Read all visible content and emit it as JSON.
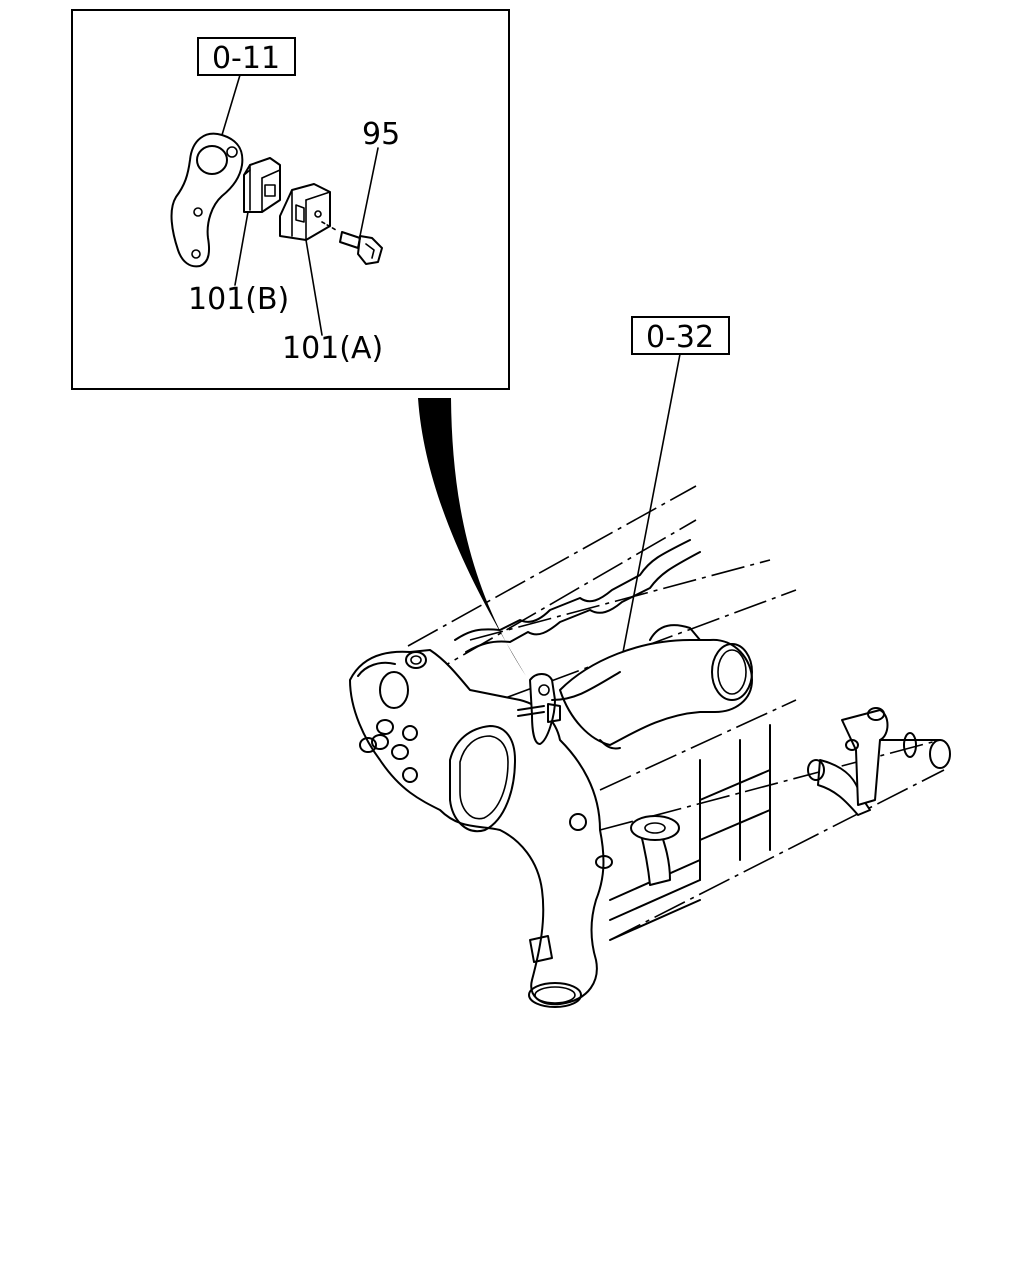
{
  "callouts": {
    "ref_box_detail": "0-11",
    "ref_box_main": "0-32",
    "part_bolt": "95",
    "part_bracket_b": "101(B)",
    "part_bracket_a": "101(A)"
  }
}
